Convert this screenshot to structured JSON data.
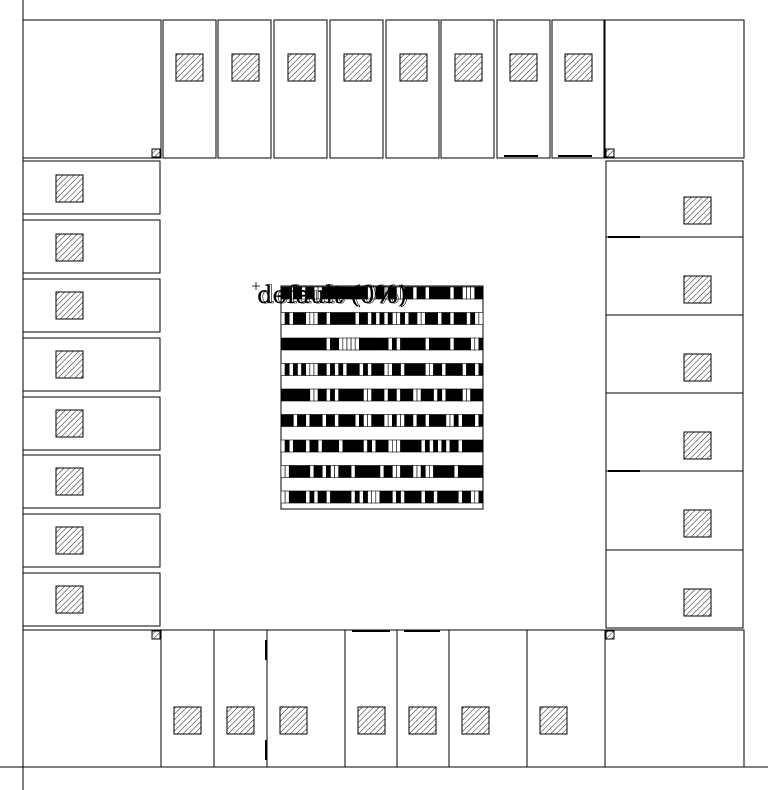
{
  "core": {
    "label": "default (0%)",
    "rows": [
      "1101101100111111111110011011001101101111101100011",
      "0101110001101111110110101010010110011101101110100",
      "1111111111101100000111111101011111101111101111001",
      "0101010001101010111010111001101111100110111101101",
      "1111111001101011111100111011011100111010111100111",
      "1110110111011011110100111001001101101111001011101",
      "0101110110111101111101011100011111010101011011111",
      "0011111011010011101111110110011100100111110111111",
      "0011110101101111101010001110101111011011111011001"
    ]
  },
  "pads": {
    "top_count": 8,
    "bottom_count": 7,
    "left_count": 8,
    "right_count": 6
  }
}
